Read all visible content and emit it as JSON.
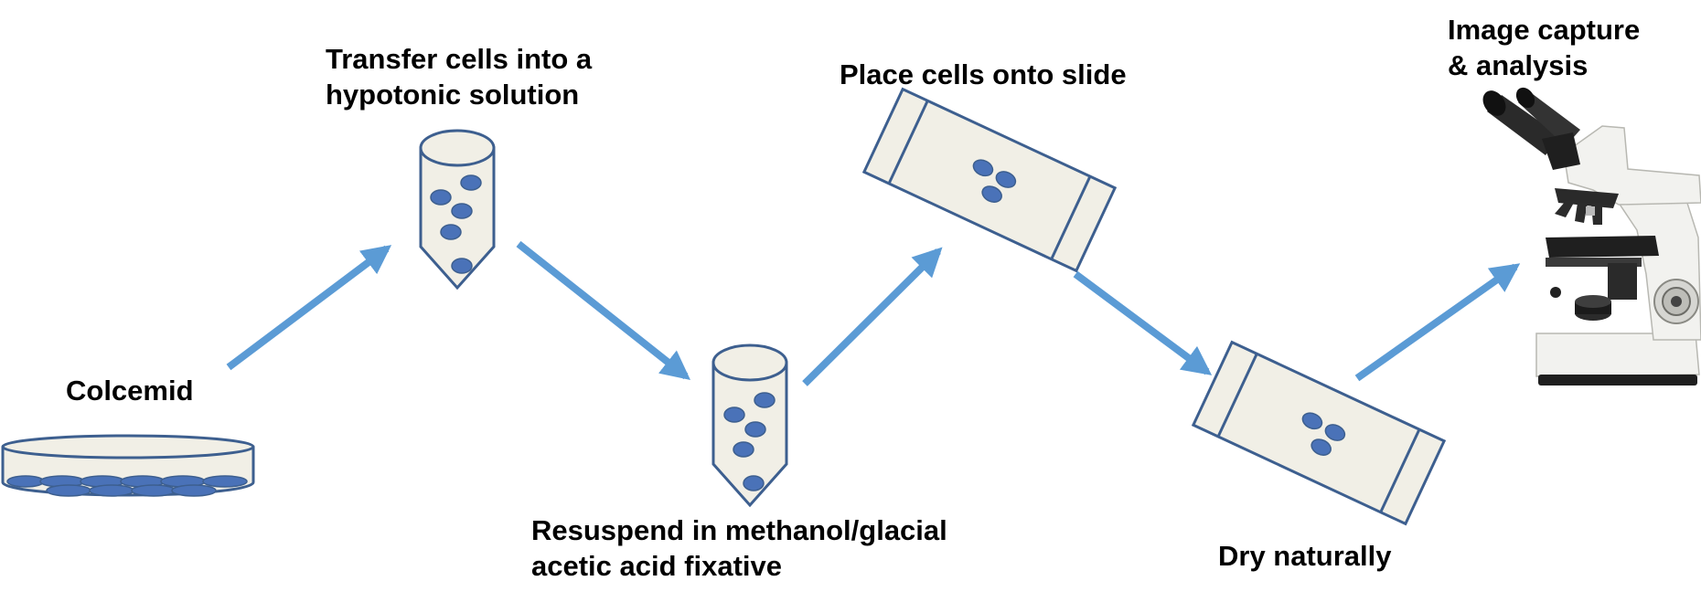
{
  "steps": {
    "colcemid": {
      "label": "Colcemid"
    },
    "hypotonic": {
      "line1": "Transfer cells into a",
      "line2": "hypotonic solution"
    },
    "fixative": {
      "line1": "Resuspend in methanol/glacial",
      "line2": "acetic acid fixative"
    },
    "slide": {
      "label": "Place cells onto slide"
    },
    "dry": {
      "label": "Dry naturally"
    },
    "imaging": {
      "line1": "Image capture",
      "line2": "& analysis"
    }
  },
  "colors": {
    "arrow": "#5b9bd5",
    "outline": "#3d5f8f",
    "container_fill": "#f1efe6",
    "cell_fill": "#4a72b8",
    "microscope_body": "#f2f2ef",
    "microscope_dark": "#1f1f1f"
  },
  "icons": [
    "petri-dish-icon",
    "centrifuge-tube-icon",
    "microscope-slide-icon",
    "microscope-icon",
    "arrow-icon"
  ]
}
